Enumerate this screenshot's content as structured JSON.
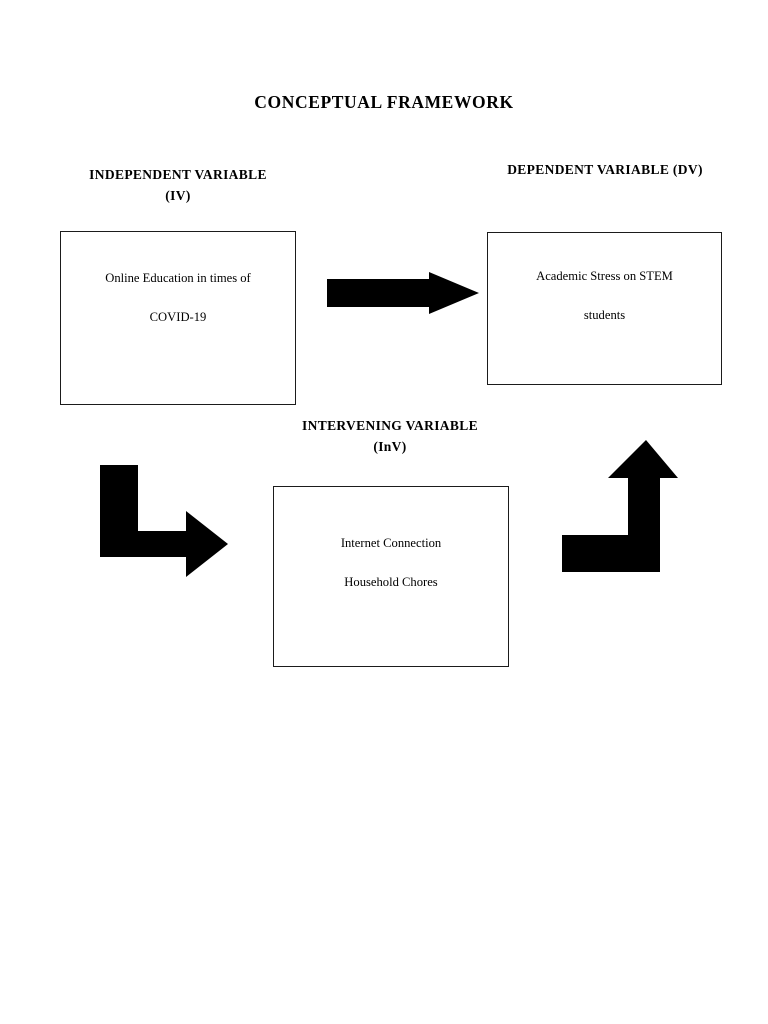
{
  "page": {
    "title": "CONCEPTUAL FRAMEWORK"
  },
  "headers": {
    "independent": {
      "line1": "INDEPENDENT VARIABLE",
      "line2": "(IV)"
    },
    "dependent": {
      "line1": "DEPENDENT VARIABLE (DV)"
    },
    "intervening": {
      "line1": "INTERVENING VARIABLE",
      "line2": "(InV)"
    }
  },
  "boxes": {
    "independent": {
      "line1": "Online Education in times of",
      "line2": "COVID-19"
    },
    "dependent": {
      "line1": "Academic Stress on STEM",
      "line2": "students"
    },
    "intervening": {
      "line1": "Internet Connection",
      "line2": "Household Chores"
    }
  },
  "arrows": {
    "iv_to_dv": "arrow-right-icon",
    "iv_to_inv": "arrow-elbow-down-right-icon",
    "inv_to_dv": "arrow-elbow-right-up-icon"
  },
  "colors": {
    "ink": "#000000",
    "border": "#1b1b1b",
    "background": "#ffffff"
  }
}
